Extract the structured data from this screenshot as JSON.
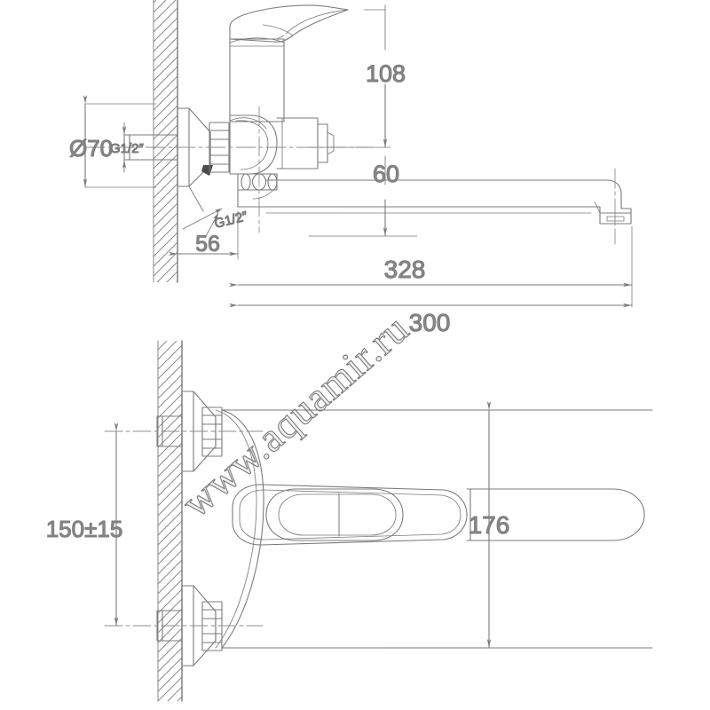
{
  "drawing": {
    "title": "Wall-mounted bath/shower mixer tap — dimensioned technical drawing",
    "watermark": "www.aquamir.ru",
    "line_color": "#7b7b7b",
    "text_color": "#8a8a8a",
    "hatch_color": "#8e8e8e",
    "watermark_color": "#f0f0f0",
    "background": "#ffffff",
    "units": "mm",
    "views": [
      {
        "name": "side-elevation-view",
        "position": "top"
      },
      {
        "name": "plan-top-view",
        "position": "bottom"
      }
    ]
  },
  "dimensions": {
    "d70": {
      "label": "Ø70",
      "value": 70,
      "view": "side-elevation-view",
      "orientation": "vertical"
    },
    "thread_top": {
      "label": "G1/2″",
      "value": "G1/2\"",
      "view": "side-elevation-view",
      "type": "thread-callout"
    },
    "thread_bottom": {
      "label": "G1/2″",
      "value": "G1/2\"",
      "view": "side-elevation-view",
      "type": "thread-callout"
    },
    "d56": {
      "label": "56",
      "value": 56,
      "view": "side-elevation-view",
      "orientation": "horizontal"
    },
    "d108": {
      "label": "108",
      "value": 108,
      "view": "side-elevation-view",
      "orientation": "vertical"
    },
    "d60": {
      "label": "60",
      "value": 60,
      "view": "side-elevation-view",
      "orientation": "vertical"
    },
    "d328": {
      "label": "328",
      "value": 328,
      "view": "side-elevation-view",
      "orientation": "horizontal"
    },
    "d300": {
      "label": "300",
      "value": 300,
      "view": "side-elevation-view",
      "orientation": "horizontal"
    },
    "d150": {
      "label": "150±15",
      "value": "150±15",
      "view": "plan-top-view",
      "orientation": "vertical"
    },
    "d176": {
      "label": "176",
      "value": 176,
      "view": "plan-top-view",
      "orientation": "vertical"
    }
  }
}
